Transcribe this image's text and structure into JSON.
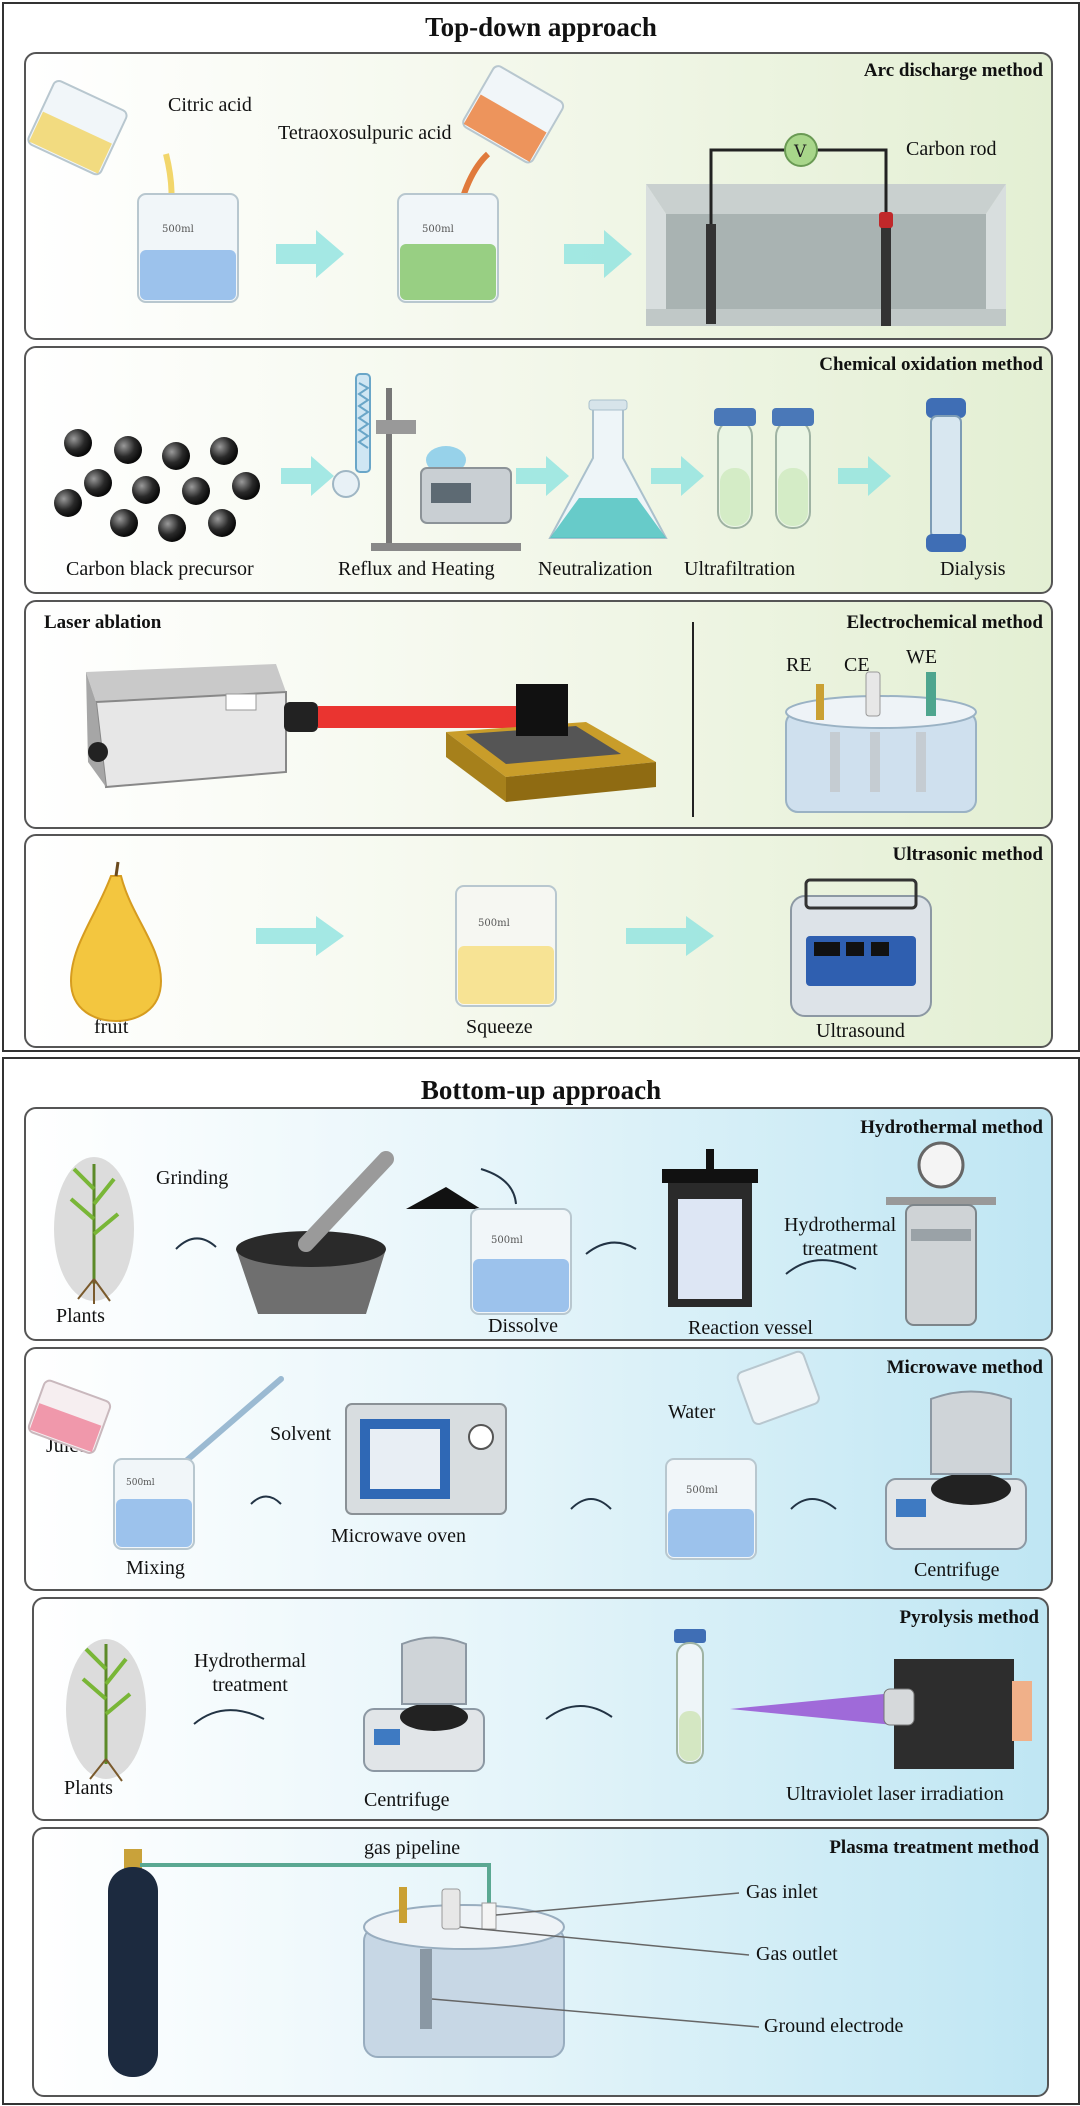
{
  "top": {
    "title": "Top-down approach",
    "arc": {
      "title": "Arc discharge method",
      "citric": "Citric acid",
      "tetra": "Tetraoxosulpuric acid",
      "carbon_rod": "Carbon rod",
      "volt": "V",
      "beaker_ml": "500ml"
    },
    "chem": {
      "title": "Chemical oxidation method",
      "l1": "Carbon black precursor",
      "l2": "Reflux and Heating",
      "l3": "Neutralization",
      "l4": "Ultrafiltration",
      "l5": "Dialysis"
    },
    "laser": {
      "title": "Laser ablation"
    },
    "electro": {
      "title": "Electrochemical method",
      "re": "RE",
      "ce": "CE",
      "we": "WE"
    },
    "ultra": {
      "title": "Ultrasonic method",
      "l1": "fruit",
      "l2": "Squeeze",
      "l3": "Ultrasound",
      "beaker_ml": "500ml"
    }
  },
  "bottom": {
    "title": "Bottom-up approach",
    "hydro": {
      "title": "Hydrothermal method",
      "plants": "Plants",
      "grinding": "Grinding",
      "dissolve": "Dissolve",
      "vessel": "Reaction vessel",
      "treatment": "Hydrothermal\ntreatment",
      "beaker_ml": "500ml"
    },
    "micro": {
      "title": "Microwave method",
      "juice": "Juice",
      "solvent": "Solvent",
      "mixing": "Mixing",
      "oven": "Microwave oven",
      "water": "Water",
      "centrifuge": "Centrifuge",
      "beaker_ml": "500ml"
    },
    "pyro": {
      "title": "Pyrolysis method",
      "plants": "Plants",
      "treatment": "Hydrothermal\ntreatment",
      "centrifuge": "Centrifuge",
      "uv": "Ultraviolet laser irradiation"
    },
    "plasma": {
      "title": "Plasma treatment method",
      "pipeline": "gas pipeline",
      "inlet": "Gas inlet",
      "outlet": "Gas outlet",
      "ground": "Ground electrode"
    }
  },
  "colors": {
    "green_panel": "#e3efd3",
    "blue_panel": "#bfe6f3",
    "arrow": "#8fe3e0",
    "laser": "#e8231f",
    "uv": "#9a5cd6"
  }
}
